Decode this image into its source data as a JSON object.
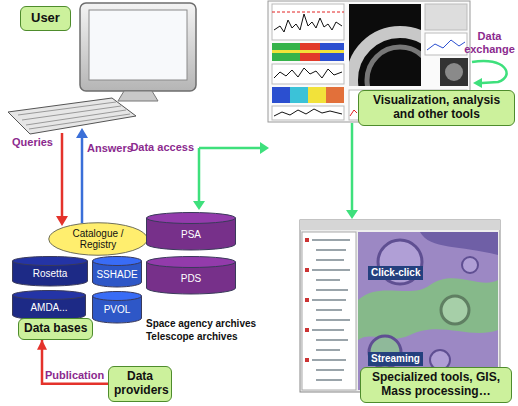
{
  "diagram": {
    "nodes": [
      {
        "text": [
          "User"
        ]
      },
      {
        "text": [
          "Visualization, analysis and other tools"
        ]
      },
      {
        "text": [
          "Catalogue / Registry"
        ]
      },
      {
        "text": [
          "Rosetta"
        ]
      },
      {
        "text": [
          "SSHADE"
        ]
      },
      {
        "text": [
          "PSA"
        ]
      },
      {
        "text": [
          "AMDA..."
        ]
      },
      {
        "text": [
          "PVOL"
        ]
      },
      {
        "text": [
          "PDS"
        ]
      },
      {
        "text": [
          "Data bases"
        ]
      },
      {
        "text": [
          "Specialized tools, GIS, Mass processing…"
        ]
      },
      {
        "text": [
          "Data providers"
        ]
      }
    ],
    "edges": [
      {
        "from": 11,
        "to": 9,
        "label": "Publication",
        "arrow": "to"
      }
    ],
    "labels": [
      "Queries",
      "Answers",
      "Data access",
      "Data exchange",
      "Space agency archives",
      "Telescope archives",
      "Click-click",
      "Streaming"
    ]
  }
}
